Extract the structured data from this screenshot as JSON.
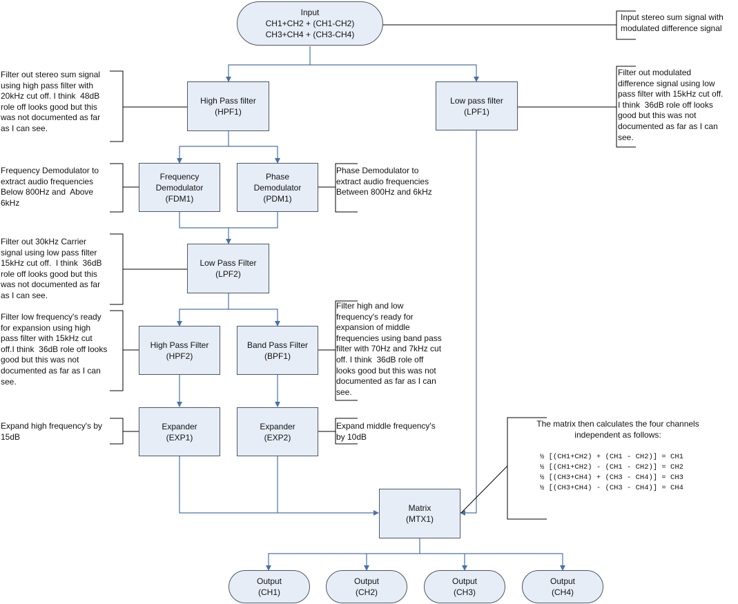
{
  "input": {
    "line1": "Input",
    "line2": "CH1+CH2 + (CH1-CH2)",
    "line3": "CH3+CH4 + (CH3-CH4)"
  },
  "blocks": {
    "hpf1": {
      "name": "High Pass filter",
      "id": "(HPF1)"
    },
    "lpf1": {
      "name": "Low pass filter",
      "id": "(LPF1)"
    },
    "fdm1": {
      "name1": "Frequency",
      "name2": "Demodulator",
      "id": "(FDM1)"
    },
    "pdm1": {
      "name1": "Phase",
      "name2": "Demodulator",
      "id": "(PDM1)"
    },
    "lpf2": {
      "name": "Low Pass Filter",
      "id": "(LPF2)"
    },
    "hpf2": {
      "name": "High Pass Filter",
      "id": "(HPF2)"
    },
    "bpf1": {
      "name": "Band Pass Filter",
      "id": "(BPF1)"
    },
    "exp1": {
      "name": "Expander",
      "id": "(EXP1)"
    },
    "exp2": {
      "name": "Expander",
      "id": "(EXP2)"
    },
    "mtx1": {
      "name": "Matrix",
      "id": "(MTX1)"
    }
  },
  "outputs": [
    {
      "name": "Output",
      "id": "(CH1)"
    },
    {
      "name": "Output",
      "id": "(CH2)"
    },
    {
      "name": "Output",
      "id": "(CH3)"
    },
    {
      "name": "Output",
      "id": "(CH4)"
    }
  ],
  "notes": {
    "input": "Input stereo sum signal with\nmodulated difference signal",
    "hpf1": "Filter out stereo sum signal\nusing high pass filter with\n20kHz cut off. I think  48dB\nrole off looks good but this\nwas not documented as far\nas I can see.",
    "lpf1": "Filter out modulated\ndifference signal using low\npass filter with 15kHz cut off.\nI think  36dB role off looks\ngood but this was not\ndocumented as far as I can\nsee.",
    "fdm1": "Frequency Demodulator to\nextract audio frequencies\nBelow 800Hz and  Above\n6kHz",
    "pdm1": "Phase Demodulator to\nextract audio frequencies\nBetween 800Hz and 6kHz",
    "lpf2": "Filter out 30kHz Carrier\nsignal using low pass filter\n15kHz cut off.  I think  36dB\nrole off looks good but this\nwas not documented as far\nas I can see.",
    "hpf2": "Filter low frequency's ready\nfor expansion using high\npass filter with 15kHz cut\noff.I think  36dB role off looks\ngood but this was not\ndocumented as far as I can\nsee.",
    "bpf1": "Filter high and low\nfrequency's ready for\nexpansion of middle\nfrequencies using band pass\nfilter with 70Hz and 7kHz cut\noff. I think  36dB role off\nlooks good but this was not\ndocumented as far as I can\nsee.",
    "exp1": "Expand high frequency's by\n15dB",
    "exp2": "Expand middle frequency's\nby 10dB",
    "matrix_intro": "The matrix then calculates the four channels\nindependent as follows:"
  },
  "formulas": [
    "½ [(CH1+CH2) + (CH1 - CH2)] = CH1",
    "½ [(CH1+CH2) - (CH1 - CH2)] = CH2",
    "½ [(CH3+CH4) + (CH3 - CH4)] = CH3",
    "½ [(CH3+CH4) - (CH3 - CH4)] = CH4"
  ],
  "colors": {
    "line": "#4a72a8",
    "box_fill": "#e7edf7",
    "bracket": "#000000"
  }
}
